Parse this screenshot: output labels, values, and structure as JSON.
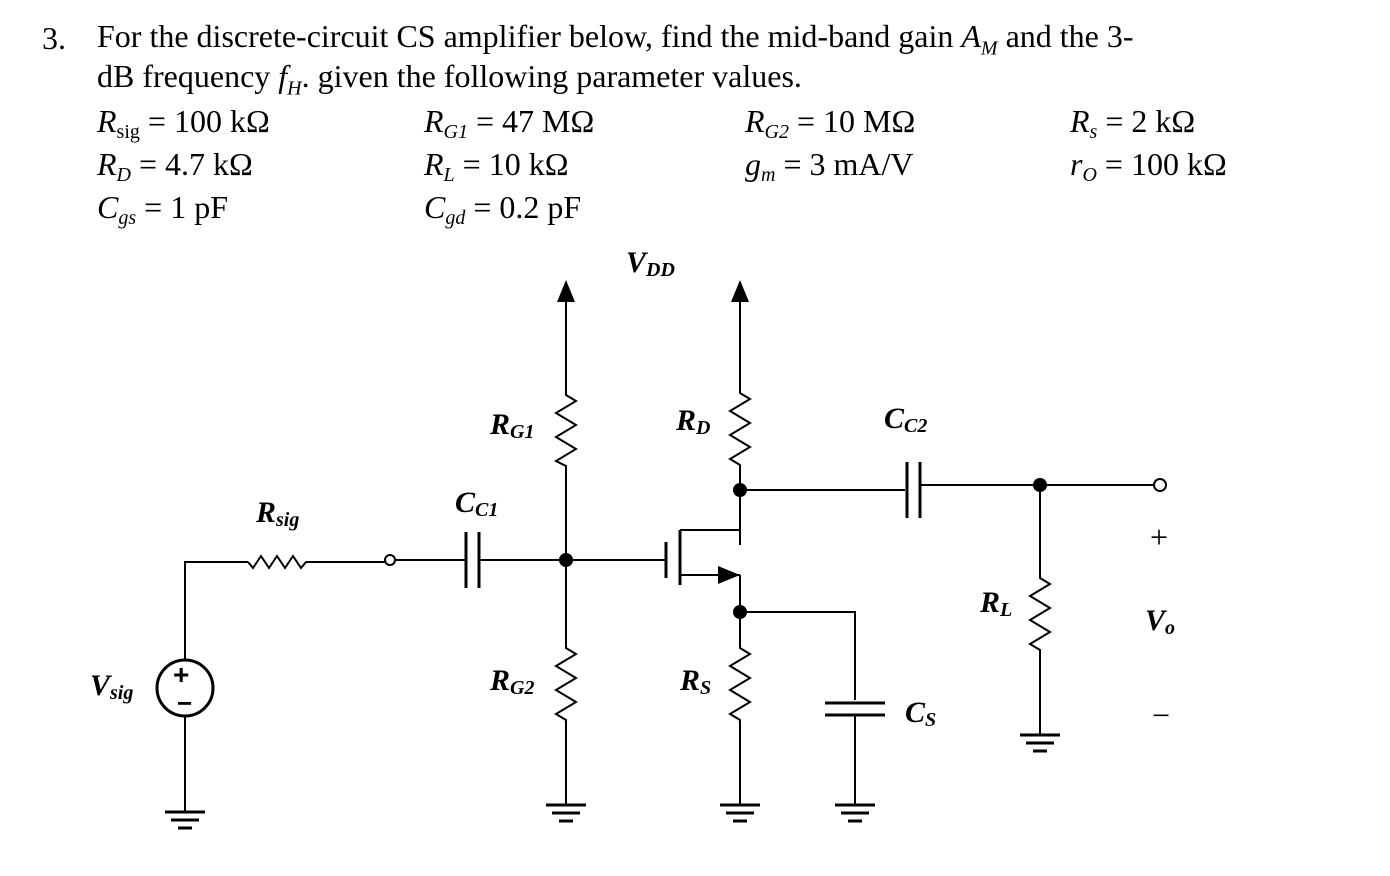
{
  "problem": {
    "number": "3.",
    "line1_a": "For the discrete-circuit CS amplifier below, find the mid-band gain ",
    "line1_sym": "A",
    "line1_sub": "M",
    "line1_b": " and the 3-",
    "line2_a": "dB frequency ",
    "line2_sym": "f",
    "line2_sub": "H",
    "line2_b": ". given the following parameter values."
  },
  "params": [
    {
      "sym": "R",
      "sub": "sig",
      "value": "= 100 kΩ"
    },
    {
      "sym": "R",
      "sub": "G1",
      "value": "= 47 MΩ"
    },
    {
      "sym": "R",
      "sub": "G2",
      "value": "= 10 MΩ"
    },
    {
      "sym": "R",
      "sub": "s",
      "value": "= 2 kΩ"
    },
    {
      "sym": "R",
      "sub": "D",
      "value": "= 4.7 kΩ"
    },
    {
      "sym": "R",
      "sub": "L",
      "value": "= 10 kΩ"
    },
    {
      "sym": "g",
      "sub": "m",
      "value": "= 3 mA/V"
    },
    {
      "sym": "r",
      "sub": "O",
      "value": "= 100 kΩ"
    },
    {
      "sym": "C",
      "sub": "gs",
      "value": "= 1 pF"
    },
    {
      "sym": "C",
      "sub": "gd",
      "value": "= 0.2 pF"
    }
  ],
  "circuit": {
    "vdd": {
      "main": "V",
      "sub": "DD"
    },
    "rg1": {
      "main": "R",
      "sub": "G1"
    },
    "rg2": {
      "main": "R",
      "sub": "G2"
    },
    "rd": {
      "main": "R",
      "sub": "D"
    },
    "rs": {
      "main": "R",
      "sub": "S"
    },
    "rl": {
      "main": "R",
      "sub": "L"
    },
    "rsig": {
      "main": "R",
      "sub": "sig"
    },
    "cc1": {
      "main": "C",
      "sub": "C1"
    },
    "cc2": {
      "main": "C",
      "sub": "C2"
    },
    "cs": {
      "main": "C",
      "sub": "S"
    },
    "vsig": {
      "main": "V",
      "sub": "sig"
    },
    "vo": {
      "main": "V",
      "sub": "o"
    },
    "plus": "+",
    "minus": "−",
    "src_plus": "+",
    "src_minus": "−"
  }
}
